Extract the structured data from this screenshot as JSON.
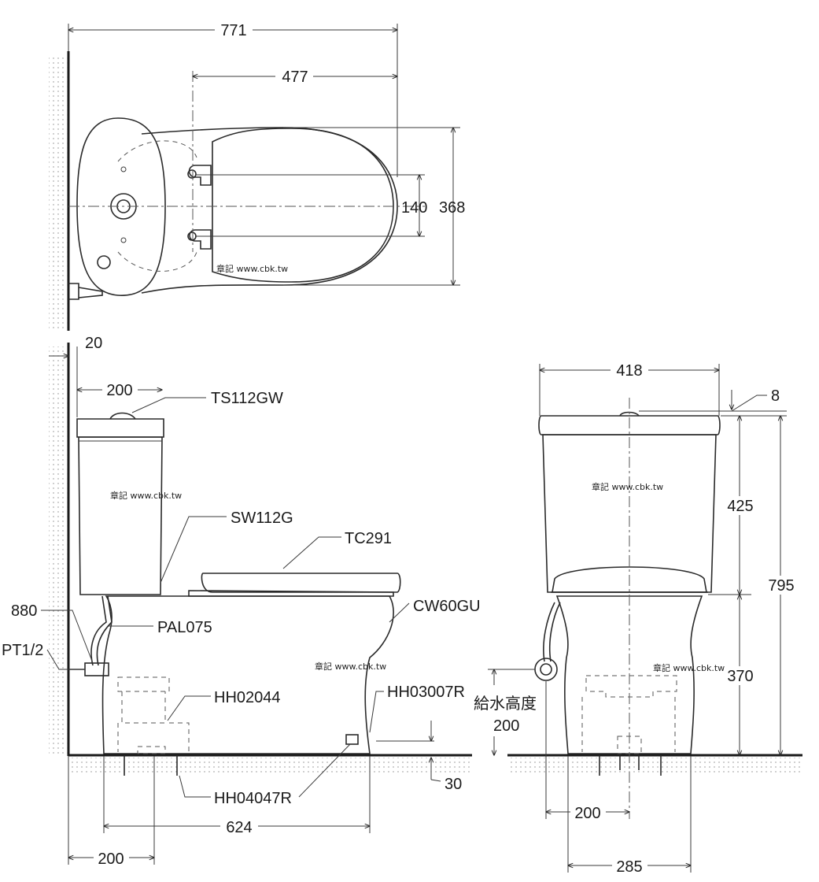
{
  "dimensions": {
    "top_total_length": "771",
    "top_seat_length": "477",
    "top_hole_spacing": "140",
    "top_width": "368",
    "wall_gap": "20",
    "tank_depth": "200",
    "floor_thickness": "30",
    "pipe_height": "880",
    "bowl_length": "624",
    "rough_in": "200",
    "front_width": "418",
    "lid_offset": "8",
    "tank_height": "425",
    "total_height": "795",
    "seat_height": "370",
    "supply_height": "200",
    "front_supply_offset": "200",
    "front_base_width": "285"
  },
  "parts": {
    "tank_lid_button": "TS112GW",
    "tank": "SW112G",
    "seat": "TC291",
    "bowl": "CW60GU",
    "supply_hose": "PAL075",
    "thread": "PT1/2",
    "floor_flange": "HH02044",
    "bolt_cap": "HH03007R",
    "anchor_bolt": "HH04047R"
  },
  "labels": {
    "supply_height_label": "給水高度"
  },
  "watermarks": {
    "top": "章記 www.cbk.tw",
    "side_tank": "章記 www.cbk.tw",
    "side_bowl": "章記 www.cbk.tw",
    "front_tank": "章記 www.cbk.tw",
    "front_bowl": "章記 www.cbk.tw"
  }
}
